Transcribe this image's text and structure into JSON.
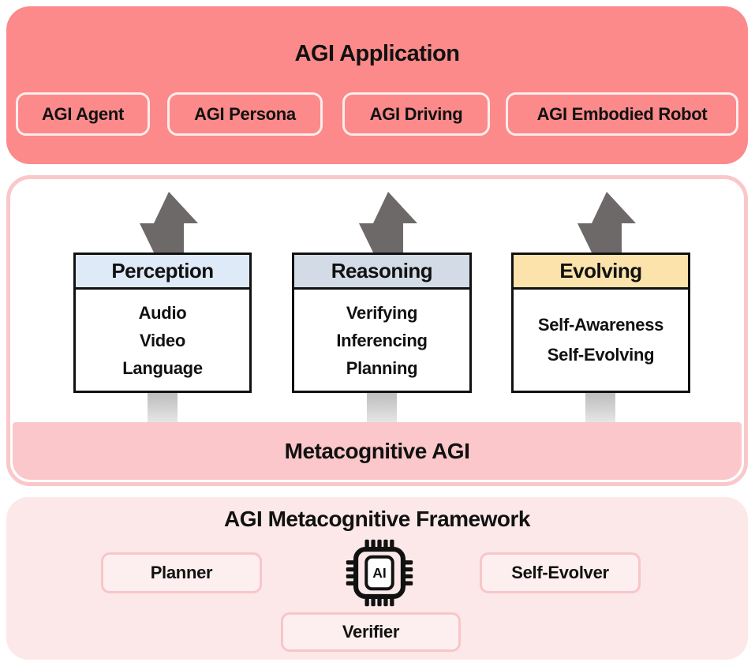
{
  "application": {
    "title": "AGI Application",
    "items": [
      {
        "label": "AGI Agent"
      },
      {
        "label": "AGI Persona"
      },
      {
        "label": "AGI Driving"
      },
      {
        "label": "AGI Embodied Robot"
      }
    ]
  },
  "core": {
    "band_label": "Metacognitive AGI",
    "modules": [
      {
        "name": "Perception",
        "items": [
          "Audio",
          "Video",
          "Language"
        ]
      },
      {
        "name": "Reasoning",
        "items": [
          "Verifying",
          "Inferencing",
          "Planning"
        ]
      },
      {
        "name": "Evolving",
        "items": [
          "Self-Awareness",
          "Self-Evolving"
        ]
      }
    ]
  },
  "framework": {
    "title": "AGI Metacognitive Framework",
    "chip_label": "AI",
    "components": [
      "Planner",
      "Self-Evolver",
      "Verifier"
    ]
  },
  "colors": {
    "application_bg": "#FC8A8A",
    "band_bg": "#FBC7CA",
    "core_border": "#FAC8CA",
    "framework_bg": "#FCE8E8",
    "perception_header": "#DEEAF8",
    "reasoning_header": "#D3DCE6",
    "evolving_header": "#FBE3AB",
    "arrow": "#6E6969",
    "text": "#111111"
  }
}
